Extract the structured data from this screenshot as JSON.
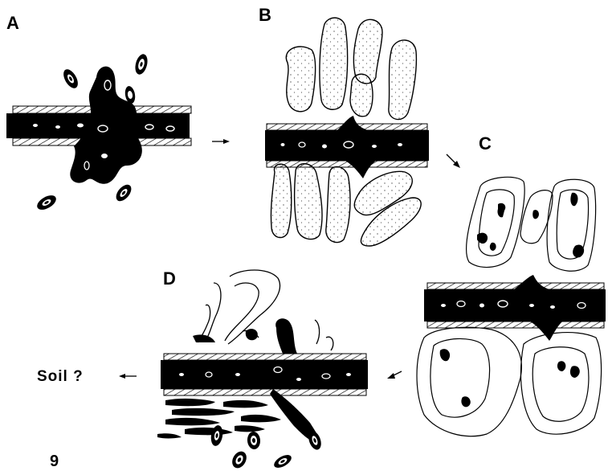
{
  "panels": [
    {
      "letter": "A"
    },
    {
      "letter": "B"
    },
    {
      "letter": "C"
    },
    {
      "letter": "D"
    }
  ],
  "outcome_label": "Soil ?",
  "figure_number": "9",
  "colors": {
    "ink": "#000000",
    "paper": "#ffffff",
    "stipple": "#555555"
  }
}
